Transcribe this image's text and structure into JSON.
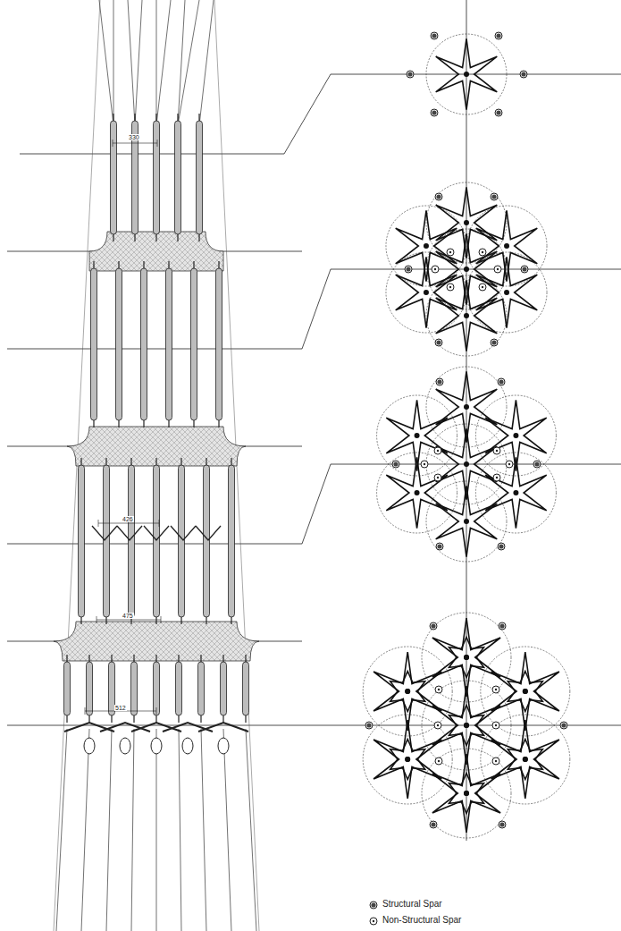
{
  "diagram": {
    "labels": [
      "330",
      "426",
      "475",
      "512"
    ],
    "legend": [
      {
        "text": "Structural Spar"
      },
      {
        "text": "Non-Structural Spar"
      }
    ]
  }
}
